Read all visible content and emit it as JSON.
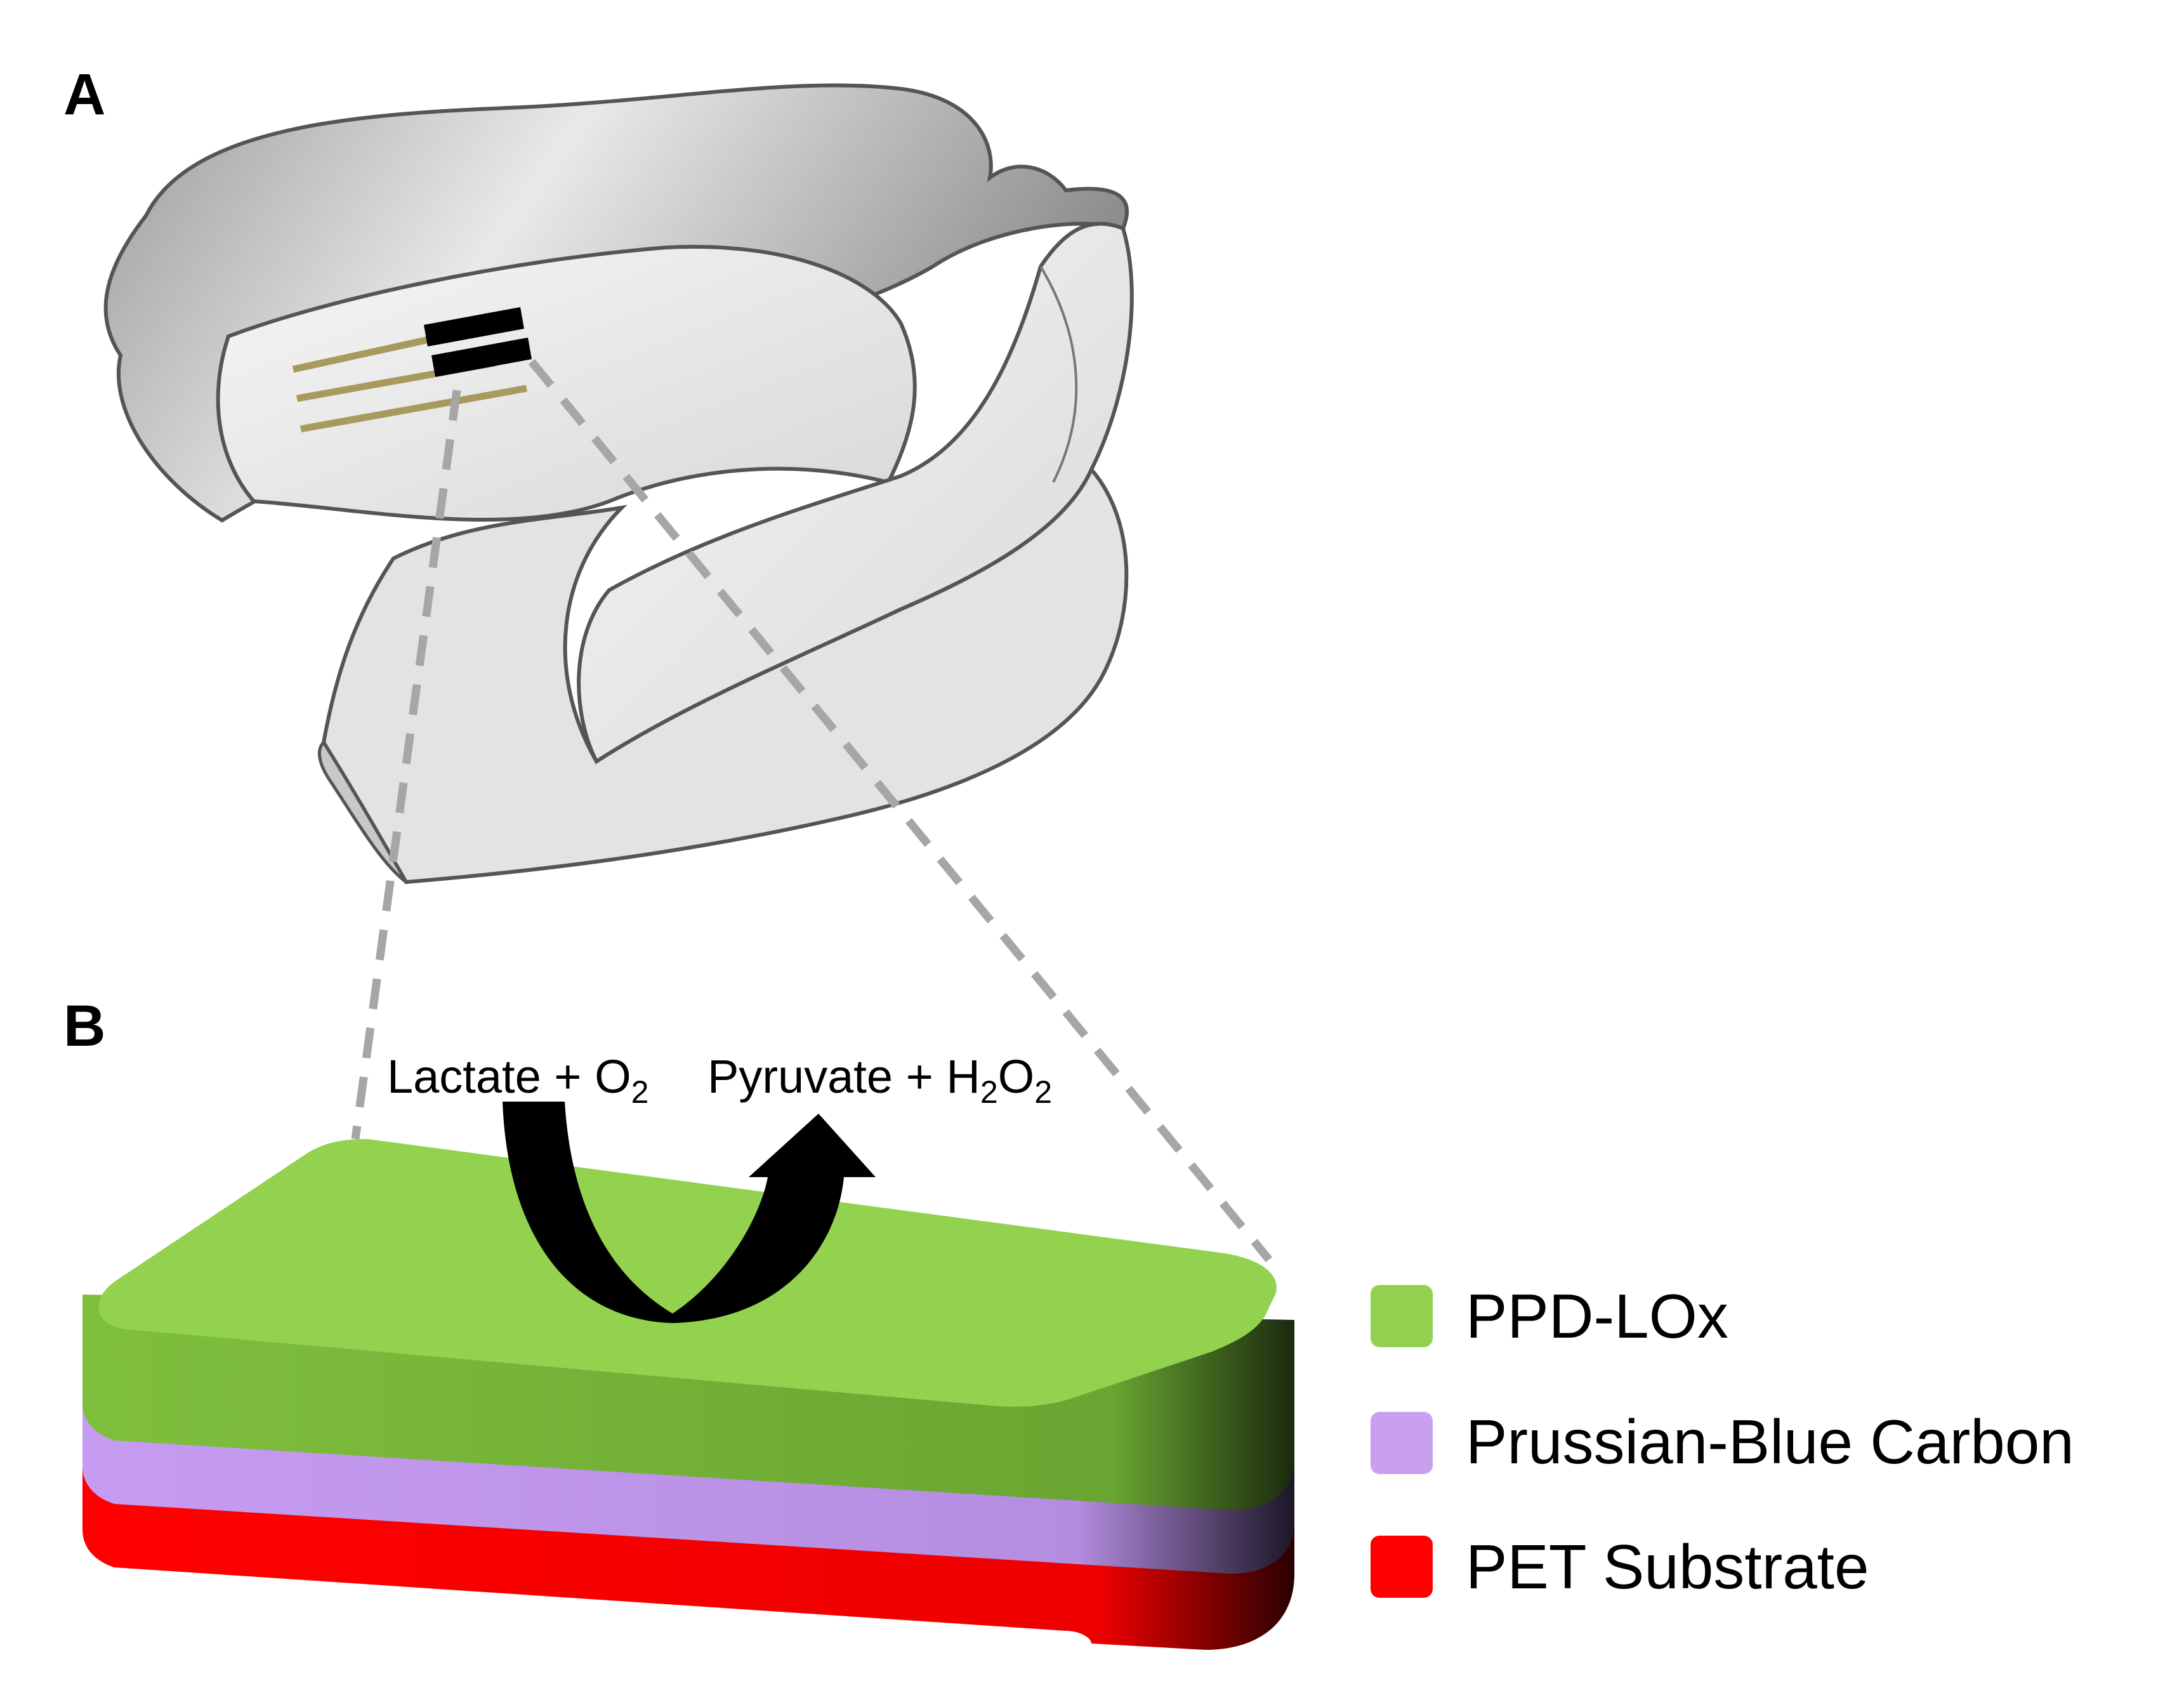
{
  "panels": {
    "a_label": "A",
    "b_label": "B"
  },
  "reaction": {
    "reactant_left": "Lactate + O",
    "reactant_left_sub": "2",
    "product_left": "Pyruvate + H",
    "product_h_sub": "2",
    "product_o": "O",
    "product_o_sub": "2"
  },
  "legend": {
    "items": [
      {
        "label": "PPD-LOx",
        "color": "#92d050"
      },
      {
        "label": "Prussian-Blue Carbon",
        "color": "#c9a0f0"
      },
      {
        "label": "PET Substrate",
        "color": "#ff0000"
      }
    ]
  },
  "colors": {
    "mouthguard_fill": "#e6e6e6",
    "mouthguard_stroke": "#555555",
    "electrode_lines": "#a89a5e",
    "electrode_pads": "#000000",
    "dashed_lines": "#a6a6a6",
    "arrow": "#000000"
  }
}
